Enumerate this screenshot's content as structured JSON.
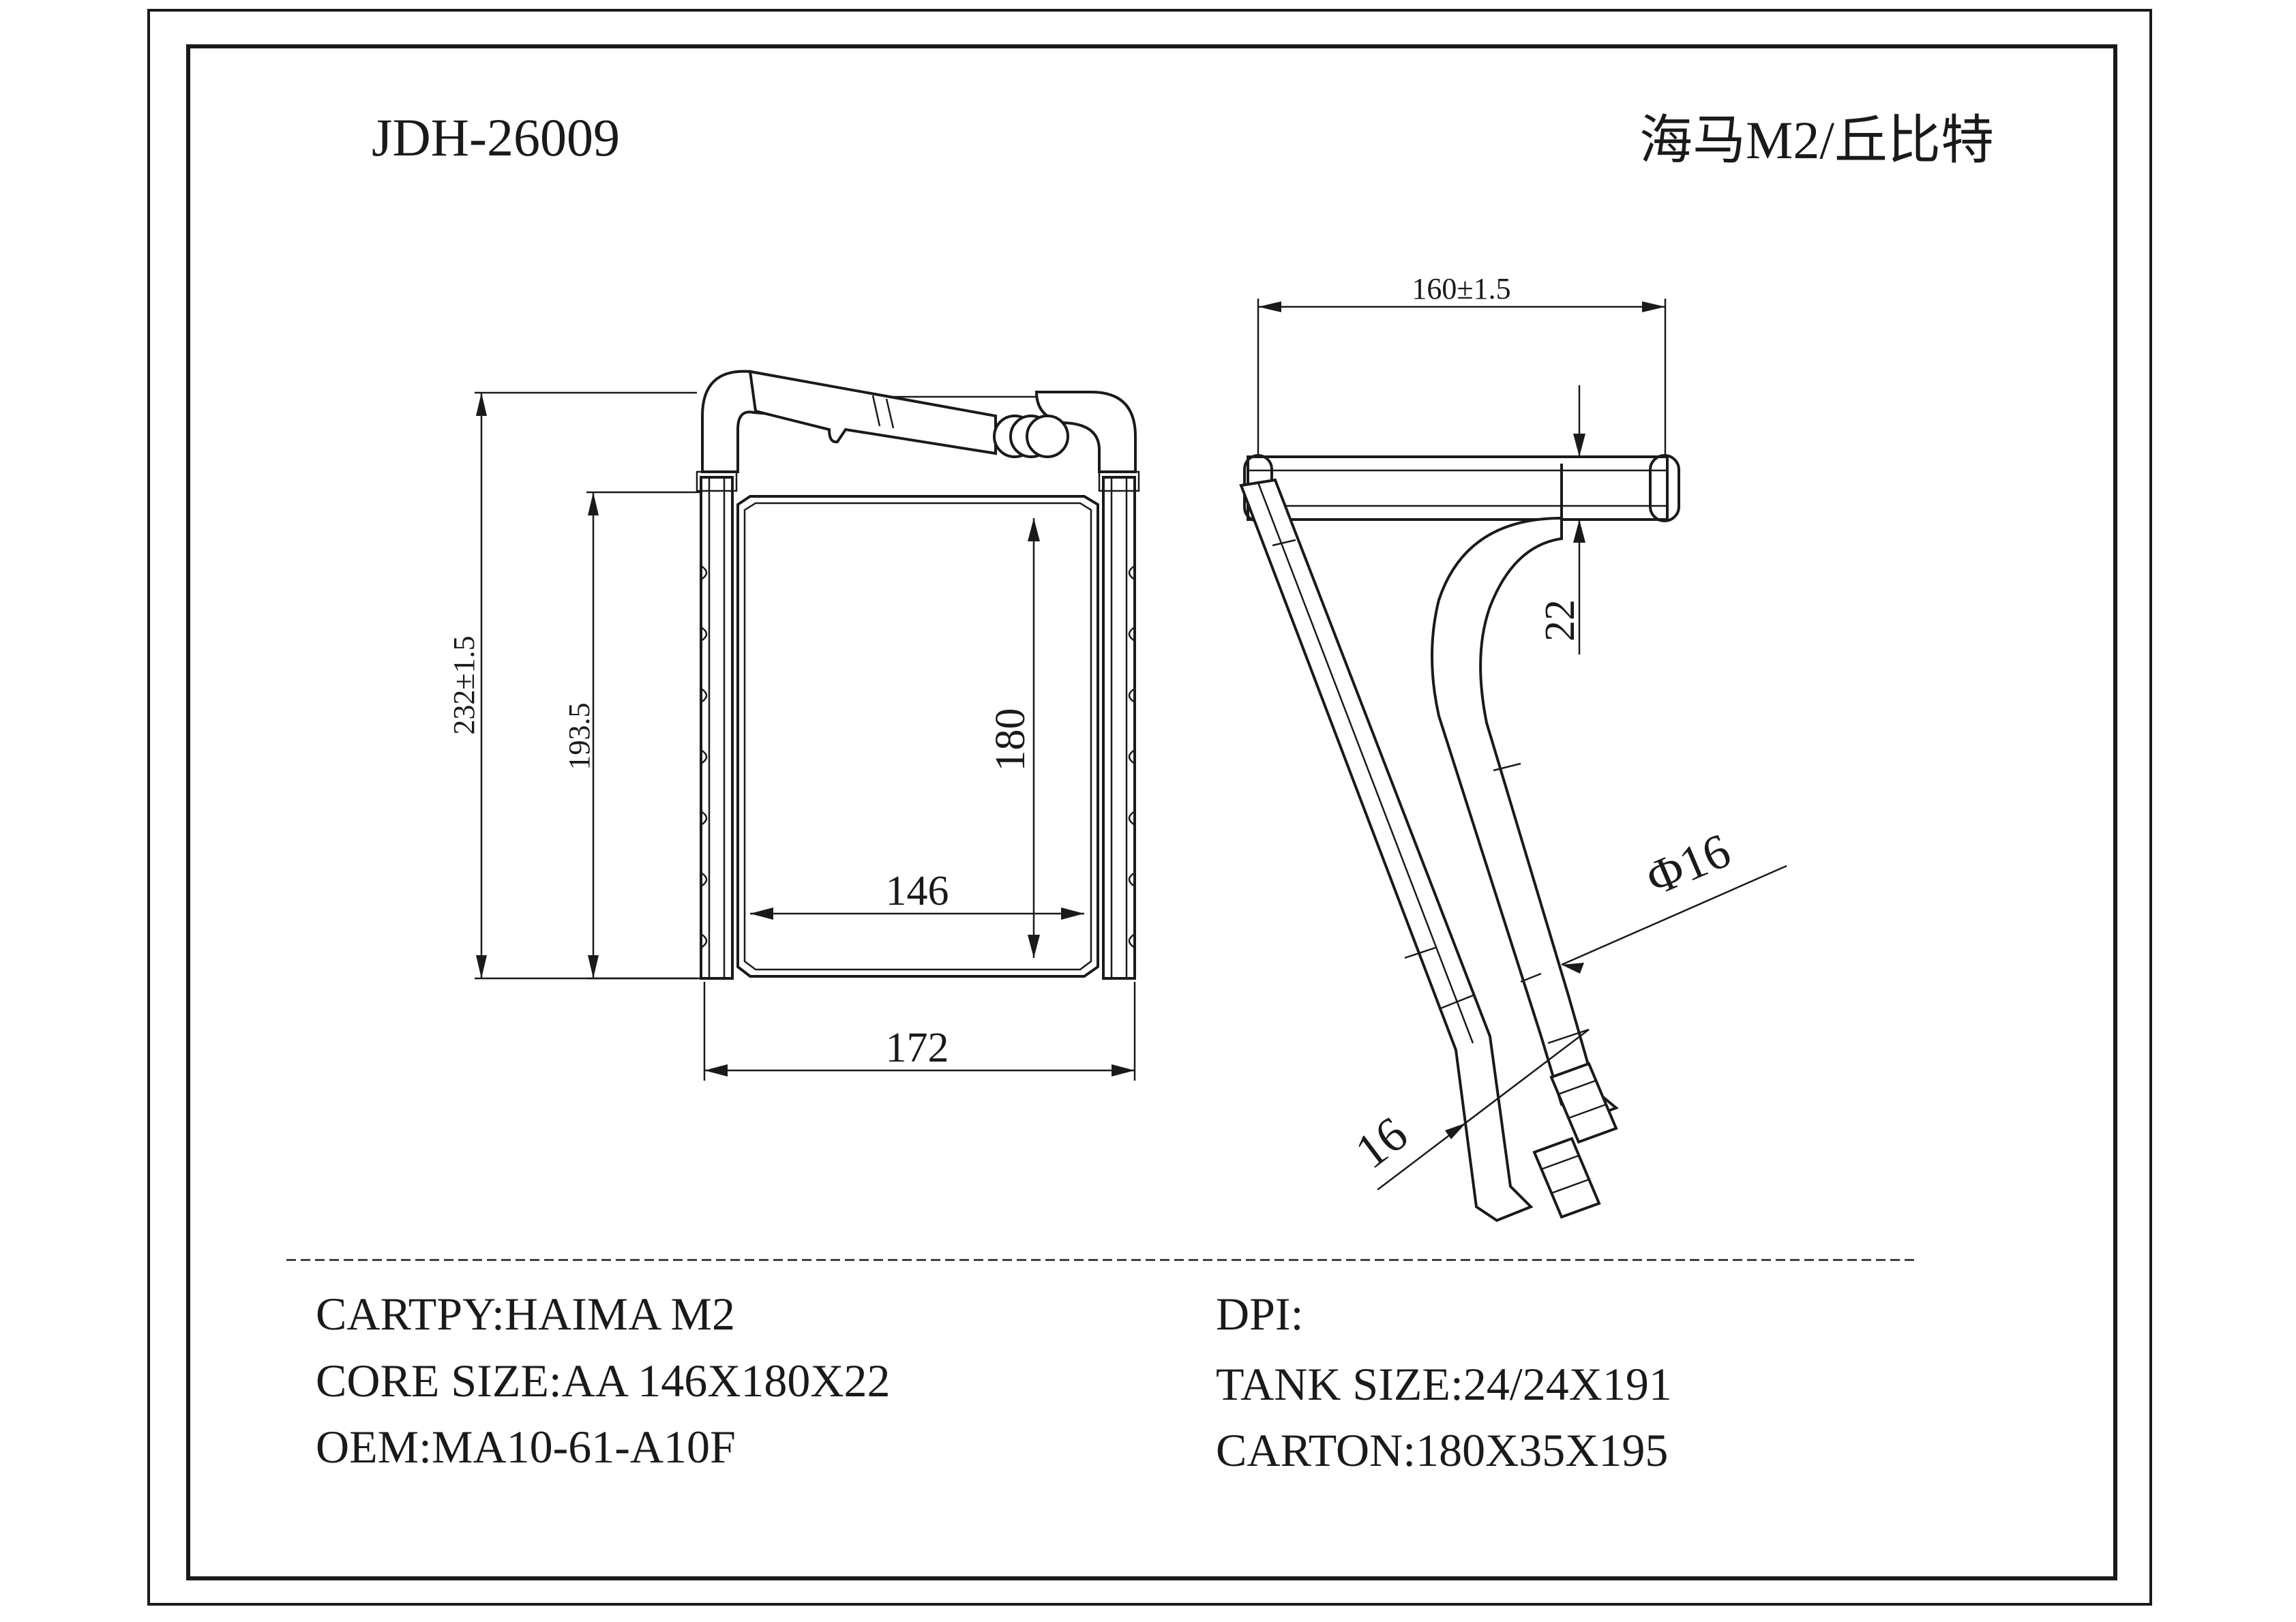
{
  "header": {
    "part_number": "JDH-26009",
    "model_cn": "海马M2/丘比特"
  },
  "dimensions": {
    "overall_height": "232±1.5",
    "tank_length": "193.5",
    "core_height": "180",
    "core_width": "146",
    "overall_width": "172",
    "depth": "160±1.5",
    "core_depth": "22",
    "pipe_diameter": "Φ16",
    "pipe_spacing": "16"
  },
  "specs": {
    "left": [
      "CARTPY:HAIMA M2",
      "CORE SIZE:AA 146X180X22",
      "OEM:MA10-61-A10F"
    ],
    "right": [
      "DPI:",
      "TANK SIZE:24/24X191",
      "CARTON:180X35X195"
    ]
  }
}
